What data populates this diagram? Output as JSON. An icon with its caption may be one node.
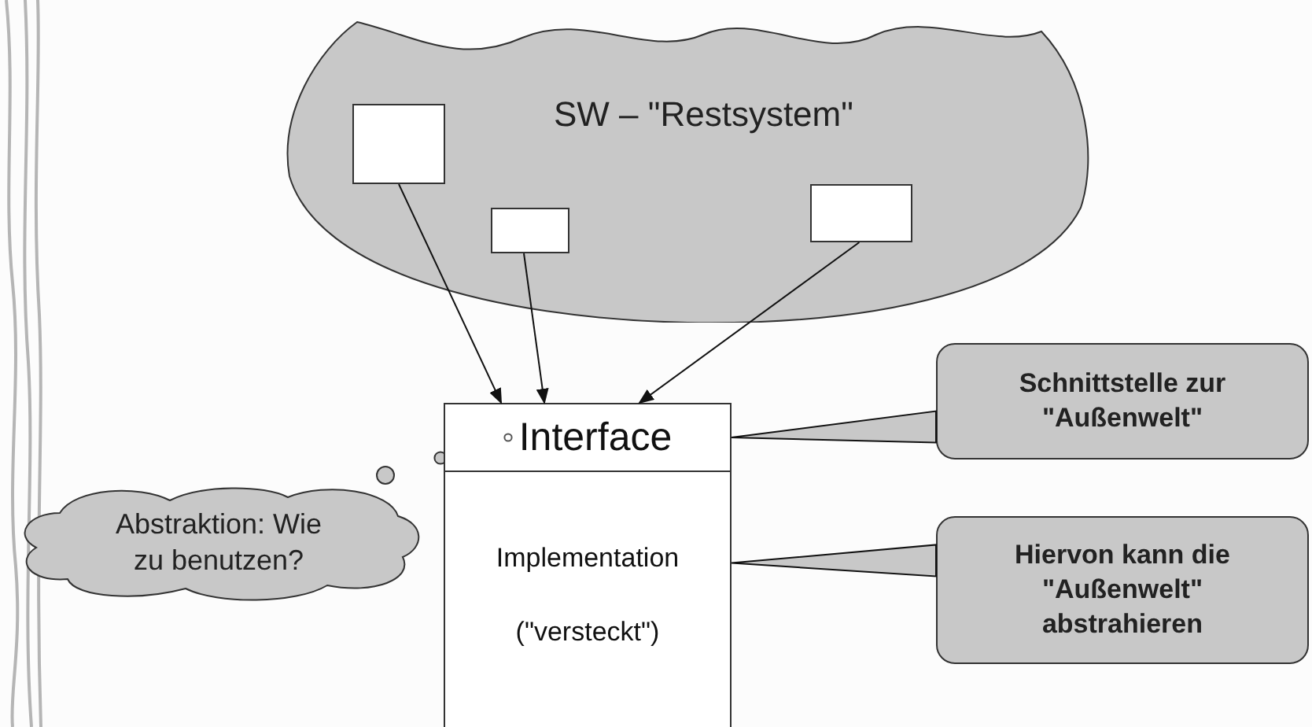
{
  "diagram": {
    "nodes": [
      {
        "text": [
          "SW – \"Restsystem\""
        ]
      },
      {
        "text": [],
        "shape": "box",
        "in": 0
      },
      {
        "text": [],
        "shape": "box",
        "in": 0
      },
      {
        "text": [],
        "shape": "box",
        "in": 0
      },
      {
        "text": [
          "Interface"
        ]
      },
      {
        "text": [
          "Implementation",
          "(\"versteckt\")"
        ]
      },
      {
        "text": [
          "Abstraktion: Wie zu benutzen?"
        ]
      },
      {
        "text": [
          "Schnittstelle zur \"Außenwelt\""
        ]
      },
      {
        "text": [
          "Hiervon kann die \"Außenwelt\" abstrahieren"
        ]
      }
    ],
    "edges": [
      {
        "from": 1,
        "to": 4,
        "arrow": "to"
      },
      {
        "from": 2,
        "to": 4,
        "arrow": "to"
      },
      {
        "from": 3,
        "to": 4,
        "arrow": "to"
      },
      {
        "from": 7,
        "to": 4,
        "arrow": "none"
      },
      {
        "from": 8,
        "to": 5,
        "arrow": "none"
      }
    ]
  }
}
